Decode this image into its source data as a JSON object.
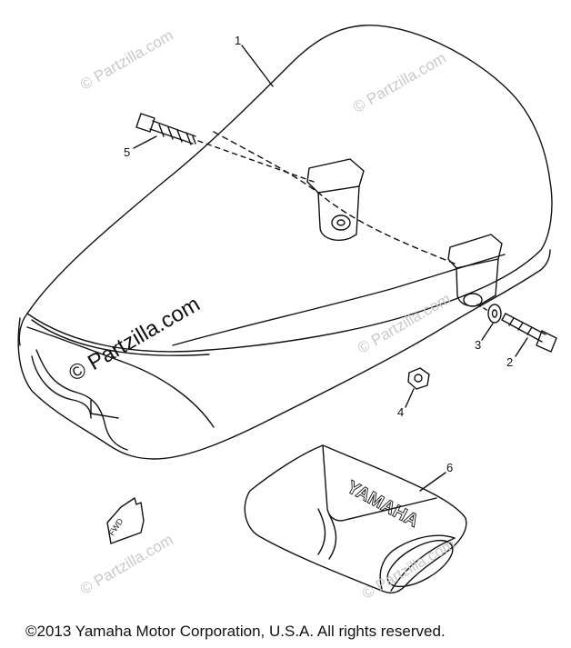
{
  "callouts": [
    "1",
    "2",
    "3",
    "4",
    "5",
    "6"
  ],
  "watermark": {
    "main": "© Partzilla.com",
    "faint": "© Partzilla.com"
  },
  "fwd_label": "FWD",
  "bag_brand": "YAMAHA",
  "copyright": "©2013  Yamaha Motor Corporation, U.S.A. All rights reserved.",
  "colors": {
    "line": "#111111",
    "watermark": "#c9c9c9",
    "background": "#ffffff"
  }
}
